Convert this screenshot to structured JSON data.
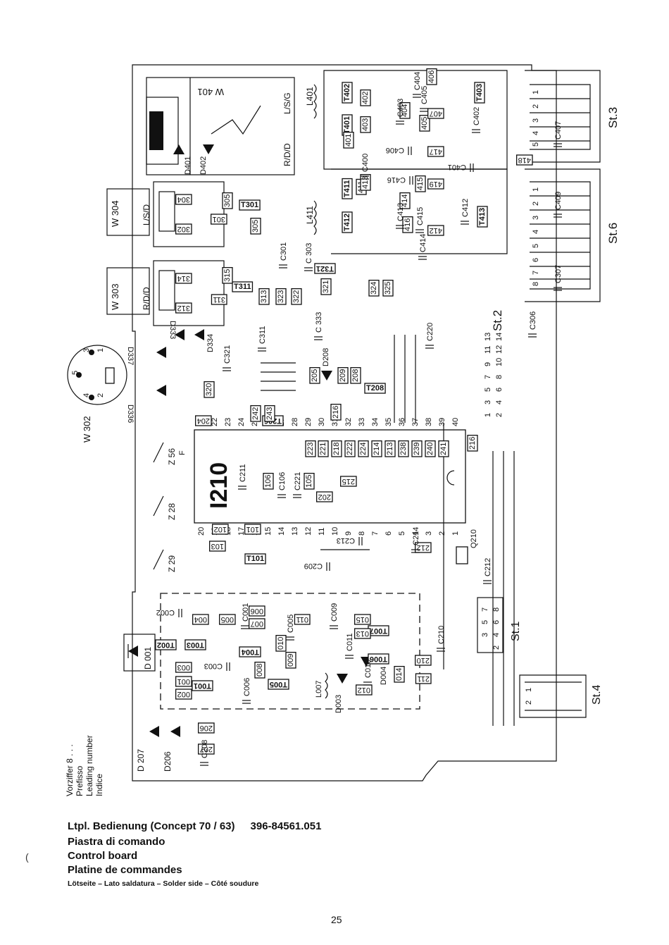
{
  "prefix_note": [
    "Vorziffer 8 . . .",
    "Prefisso",
    "Leading number",
    "Indice"
  ],
  "caption": {
    "title": "Ltpl. Bedienung (Concept 70 / 63)",
    "part_number": "396-84561.051",
    "line_it": "Piastra di comando",
    "line_en": "Control board",
    "line_fr": "Platine de commandes",
    "sides": "Lötseite – Lato saldatura – Solder side – Côté soudure"
  },
  "page_number": "25",
  "margin_mark": "(",
  "connectors": {
    "st3": "St.3",
    "st6": "St.6",
    "st2": "St.2",
    "st1": "St.1",
    "st4": "St.4",
    "w302": "W 302",
    "w303": "W 303",
    "w304": "W 304",
    "w401": "W 401",
    "r_d_d": "R/D/D",
    "l_s_g": "L/S/G",
    "l_s_d": "L/S/D"
  },
  "ic": {
    "name": "I210"
  },
  "diodes": {
    "d001": "D 001",
    "d206": "D206",
    "d207": "D 207",
    "d401": "D401",
    "d402": "D402",
    "d336": "D336",
    "d337": "D337",
    "d333": "D333",
    "d334": "D334",
    "d208": "D208",
    "d003": "D003",
    "d004": "D004"
  },
  "switches": {
    "z29": "Z 29",
    "z28": "Z 28",
    "z56": "Z 56",
    "z56_sub": "F"
  },
  "transistors": {
    "t401": "T401",
    "t402": "T402",
    "t403": "T403",
    "t411": "T411",
    "t412": "T412",
    "t413": "T413",
    "t301": "T301",
    "t311": "T311",
    "t321": "T321",
    "t206": "T206",
    "t208": "T208",
    "t101": "T101",
    "t001": "T001",
    "t002": "T002",
    "t003": "T003",
    "t004": "T004",
    "t005": "T005",
    "t006": "T006",
    "t007": "T007"
  },
  "resistors": {
    "r401": "401",
    "r402": "402",
    "r403": "403",
    "r404": "404",
    "r405": "405",
    "r406": "406",
    "r407": "407",
    "r411": "411",
    "r413": "413",
    "r414": "414",
    "r415": "415",
    "r416": "416",
    "r417": "417",
    "r418": "418",
    "r419": "419",
    "r412": "412",
    "r302": "302",
    "r304": "304",
    "r305": "305",
    "r306": "305",
    "r301": "301",
    "r312": "312",
    "r314": "314",
    "r315": "315",
    "r311": "311",
    "r313": "313",
    "r323": "323",
    "r322": "322",
    "r321": "321",
    "r324": "324",
    "r325": "325",
    "r320": "320",
    "r242": "242",
    "r243": "243",
    "r204": "204",
    "r205": "205",
    "r209": "209",
    "r208": "208",
    "r216a": "216",
    "r216b": "216",
    "r223": "223",
    "r221": "221",
    "r218": "218",
    "r222": "222",
    "r224": "224",
    "r214": "214",
    "r213": "213",
    "r238": "238",
    "r239": "239",
    "r240": "240",
    "r241": "241",
    "r215": "215",
    "r202": "202",
    "r106": "106",
    "r105": "105",
    "r102": "102",
    "r101": "101",
    "r103": "103",
    "r212": "212",
    "r210": "210",
    "r211": "211",
    "r206": "206",
    "r207": "207",
    "r001": "001",
    "r002": "002",
    "r003": "003",
    "r004": "004",
    "r005": "005",
    "r006": "006",
    "r007": "007",
    "r008": "008",
    "r009": "009",
    "r010": "010",
    "r011": "011",
    "r012": "012",
    "r013": "013",
    "r014": "014",
    "r015": "015"
  },
  "capacitors": {
    "c401": "C401",
    "c402": "C402",
    "c403": "C403",
    "c404": "C404",
    "c405": "C405",
    "c406": "C406",
    "c407": "C407",
    "c409": "C409",
    "c400": "C400",
    "c412": "C412",
    "c413": "C413",
    "c414": "C414",
    "c415": "C415",
    "c416": "C416",
    "c303": "C 303",
    "c301": "C301",
    "c333": "C 333",
    "c311": "C311",
    "c321": "C321",
    "c220": "C220",
    "c306": "C306",
    "c307": "C307",
    "c211": "C211",
    "c106": "C106",
    "c221": "C221",
    "c213": "C213",
    "c209": "C209",
    "c214": "C214",
    "c212": "C212",
    "c210": "C210",
    "c208": "C208",
    "c001": "C001",
    "c002": "C002",
    "c003": "C003",
    "c005": "C005",
    "c009": "C009",
    "c010": "C010",
    "c011": "C011",
    "c006": "C006"
  },
  "inductors": {
    "l401": "L401",
    "l411": "L411",
    "l007": "L007"
  },
  "crystal": {
    "q210": "Q210"
  },
  "pins": {
    "right_top": [
      "21",
      "22",
      "23",
      "24",
      "25",
      "26",
      "27",
      "28",
      "29",
      "30",
      "31",
      "32",
      "33",
      "34",
      "35",
      "36",
      "37",
      "38",
      "39",
      "40"
    ],
    "left_bottom": [
      "20",
      "19",
      "18",
      "17",
      "16",
      "15",
      "14",
      "13",
      "12",
      "11",
      "10",
      "9",
      "8",
      "7",
      "6",
      "5",
      "4",
      "3",
      "2",
      "1"
    ],
    "st2_top": [
      "1",
      "3",
      "5",
      "7",
      "9",
      "11",
      "13"
    ],
    "st2_bottom": [
      "2",
      "4",
      "6",
      "8",
      "10",
      "12",
      "14"
    ],
    "st6": [
      "1",
      "2",
      "3",
      "4",
      "5",
      "6",
      "7",
      "8"
    ],
    "st3": [
      "1",
      "2",
      "3",
      "4",
      "5"
    ],
    "st1_top": [
      "3",
      "5",
      "7"
    ],
    "st1_bottom": [
      "2",
      "4",
      "6",
      "8"
    ],
    "st4": [
      "1",
      "2"
    ],
    "w302": [
      "1",
      "2",
      "3",
      "4",
      "5"
    ]
  }
}
